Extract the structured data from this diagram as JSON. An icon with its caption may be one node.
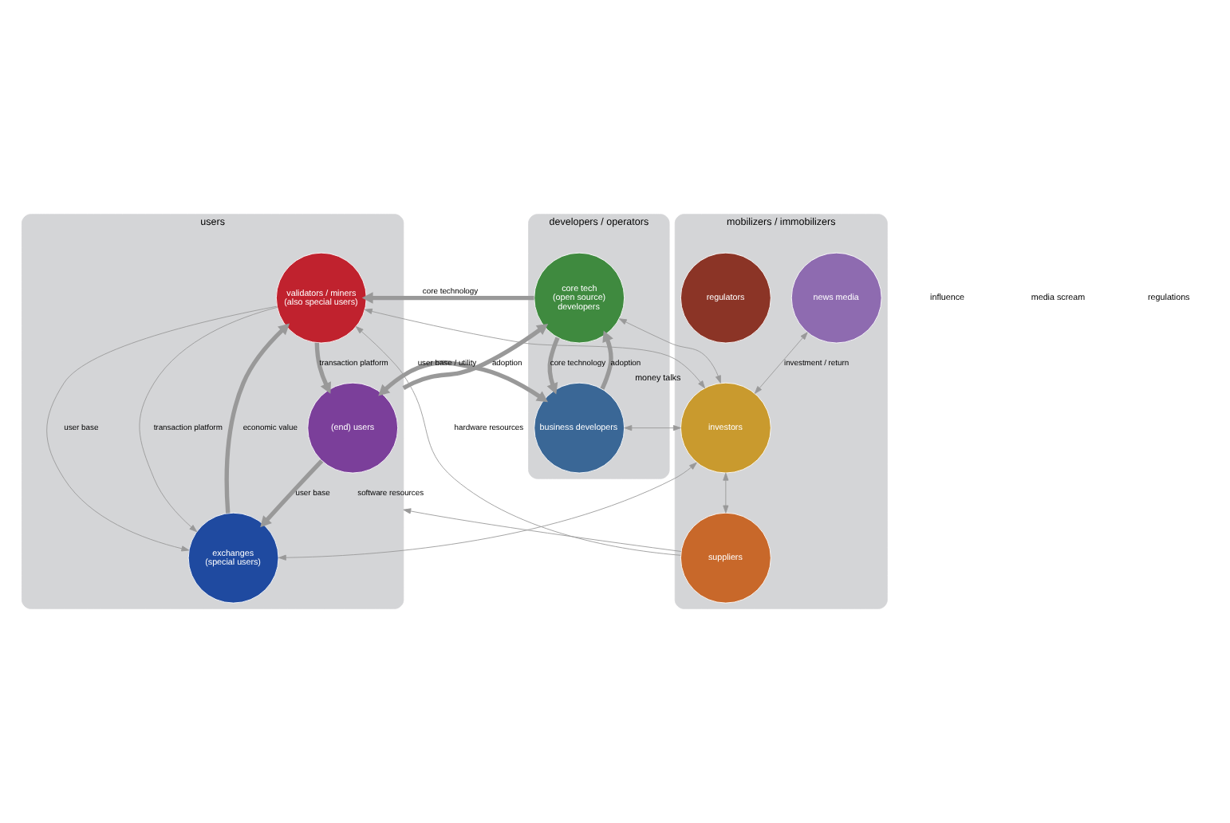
{
  "diagram": {
    "nodes": [
      {
        "text": [
          "users"
        ]
      },
      {
        "text": [
          "validators / miners",
          "(also special users)"
        ],
        "in": 0
      },
      {
        "text": [
          "exchanges",
          "(special users)"
        ],
        "in": 0
      },
      {
        "text": [
          "(end) users"
        ],
        "in": 0
      },
      {
        "text": [
          "developers / operators"
        ]
      },
      {
        "text": [
          "core tech",
          "(open source)",
          "developers"
        ],
        "in": 4
      },
      {
        "text": [
          "business developers"
        ],
        "in": 4
      },
      {
        "text": [
          "mobilizers / immobilizers"
        ]
      },
      {
        "text": [
          "suppliers"
        ],
        "in": 7
      },
      {
        "text": [
          "news media"
        ],
        "in": 7
      },
      {
        "text": [
          "regulators"
        ],
        "in": 7
      },
      {
        "text": [
          "investors"
        ],
        "in": 7,
        "beside": [
          "money talks"
        ]
      }
    ],
    "edges": [
      {
        "from": 1,
        "to": 3,
        "arrow": "to",
        "label": "transaction platform",
        "style": "thick"
      },
      {
        "from": 3,
        "to": 2,
        "arrow": "to",
        "label": "user base",
        "style": "thick"
      },
      {
        "from": 2,
        "to": 1,
        "arrow": "to",
        "label": "economic value",
        "style": "thick"
      },
      {
        "from": 1,
        "to": 2,
        "arrow": "to",
        "label": "user base"
      },
      {
        "from": 1,
        "to": 2,
        "arrow": "to",
        "label": "transaction platform"
      },
      {
        "from": 8,
        "to": 1,
        "arrow": "to",
        "label": "hardware resources"
      },
      {
        "from": 8,
        "to": 0,
        "arrow": "to",
        "label": "software resources"
      },
      {
        "from": 0,
        "to": 5,
        "arrow": "to",
        "label": "adoption",
        "style": "thick"
      },
      {
        "from": 5,
        "to": 1,
        "arrow": "to",
        "label": "core technology",
        "style": "thick"
      },
      {
        "from": 6,
        "to": 5,
        "arrow": "to",
        "label": "adoption",
        "style": "thick"
      },
      {
        "from": 5,
        "to": 6,
        "arrow": "to",
        "label": "core technology",
        "style": "thick"
      },
      {
        "from": 3,
        "to": 6,
        "arrow": "both",
        "label": "user base / utility",
        "style": "thick"
      },
      {
        "from": 1,
        "to": 11,
        "arrow": "both"
      },
      {
        "from": 5,
        "to": 11,
        "arrow": "both"
      },
      {
        "from": 6,
        "to": 11,
        "arrow": "both"
      },
      {
        "from": 9,
        "to": 11,
        "arrow": "both",
        "label": "investment / return"
      },
      {
        "from": 11,
        "to": 8,
        "arrow": "both"
      },
      {
        "from": 2,
        "to": 11,
        "arrow": "both"
      }
    ],
    "labels": [
      "influence",
      "media scream",
      "regulations"
    ]
  }
}
